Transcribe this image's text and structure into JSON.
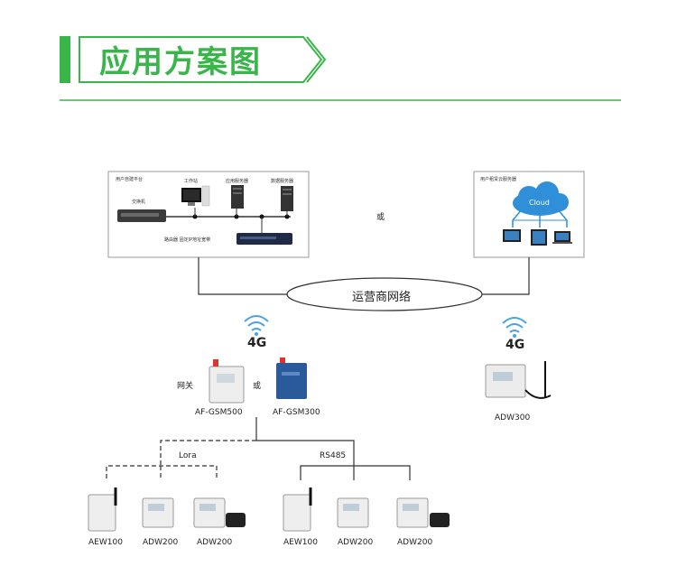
{
  "title": "应用方案图",
  "colors": {
    "accent": "#39b54a",
    "line": "#333333"
  },
  "platform_box": {
    "label": "用户自建平台",
    "switch_label": "交换机",
    "workstation_label": "工作站",
    "app_server_label": "应用服务器",
    "db_server_label": "数据服务器",
    "router_label": "路由器 固定IP地址宽带"
  },
  "cloud_box": {
    "label": "用户租赁云服务器",
    "cloud_text": "Cloud"
  },
  "or_top": "或",
  "carrier_network": "运营商网络",
  "signal_left": "4G",
  "signal_right": "4G",
  "gateway_label": "网关",
  "or_mid": "或",
  "gateway1": "AF-GSM500",
  "gateway2": "AF-GSM300",
  "right_device": "ADW300",
  "bus_lora": "Lora",
  "bus_rs485": "RS485",
  "bottom_devices": [
    "AEW100",
    "ADW200",
    "ADW200",
    "AEW100",
    "ADW200",
    "ADW200"
  ]
}
